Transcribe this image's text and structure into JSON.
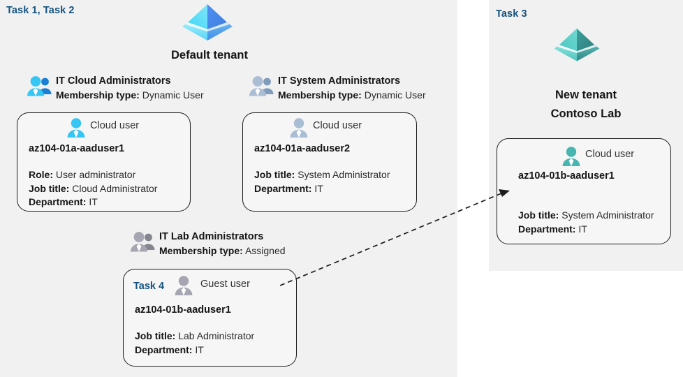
{
  "panels": {
    "left": {
      "task_label": "Task 1, Task 2"
    },
    "right": {
      "task_label": "Task 3"
    }
  },
  "tenants": [
    {
      "id": "default-tenant",
      "icon": "azure-ad-tenant-icon",
      "icon_color": "#3fb9f0",
      "title": "Default tenant"
    },
    {
      "id": "new-tenant",
      "icon": "azure-ad-tenant-icon",
      "icon_color": "#46b3ae",
      "title_line1": "New  tenant",
      "title_line2": "Contoso Lab"
    }
  ],
  "groups": [
    {
      "id": "it-cloud-administrators",
      "icon": "group-users-icon",
      "icon_color": "#32c3f0",
      "name": "IT Cloud Administrators",
      "membership_label": "Membership type:",
      "membership_value": "Dynamic User"
    },
    {
      "id": "it-system-administrators",
      "icon": "group-users-icon",
      "icon_color": "#9fb4cd",
      "name": "IT System Administrators",
      "membership_label": "Membership type:",
      "membership_value": "Dynamic User"
    },
    {
      "id": "it-lab-administrators",
      "icon": "group-users-icon",
      "icon_color": "#9b9bab",
      "name": "IT Lab Administrators",
      "membership_label": "Membership type:",
      "membership_value": "Assigned"
    }
  ],
  "cards": [
    {
      "id": "card-aaduser1-cloud",
      "user_type": "Cloud user",
      "user_icon": "cloud-user-icon",
      "user_icon_color": "#32c3f0",
      "upn": "az104-01a-aaduser1",
      "attrs": [
        {
          "label": "Role:",
          "value": "User administrator"
        },
        {
          "label": "Job title:",
          "value": "Cloud Administrator"
        },
        {
          "label": "Department:",
          "value": "IT"
        }
      ]
    },
    {
      "id": "card-aaduser2-cloud",
      "user_type": "Cloud user",
      "user_icon": "cloud-user-icon",
      "user_icon_color": "#9fb4cd",
      "upn": "az104-01a-aaduser2",
      "attrs": [
        {
          "label": "Job title:",
          "value": "System Administrator"
        },
        {
          "label": "Department:",
          "value": "IT"
        }
      ]
    },
    {
      "id": "card-aaduser1-guest",
      "task_tag": "Task 4",
      "user_type": "Guest user",
      "user_icon": "guest-user-icon",
      "user_icon_color": "#9b9bab",
      "upn": "az104-01b-aaduser1",
      "attrs": [
        {
          "label": "Job title:",
          "value": "Lab Administrator"
        },
        {
          "label": "Department:",
          "value": "IT"
        }
      ]
    },
    {
      "id": "card-aaduser1-newtenant",
      "user_type": "Cloud user",
      "user_icon": "cloud-user-icon",
      "user_icon_color": "#46b3ae",
      "upn": "az104-01b-aaduser1",
      "attrs": [
        {
          "label": "Job title:",
          "value": "System Administrator"
        },
        {
          "label": "Department:",
          "value": "IT"
        }
      ]
    }
  ],
  "connector": {
    "id": "guest-to-cloud-user-arrow",
    "style": "dashed",
    "color": "#1c1c1c"
  }
}
